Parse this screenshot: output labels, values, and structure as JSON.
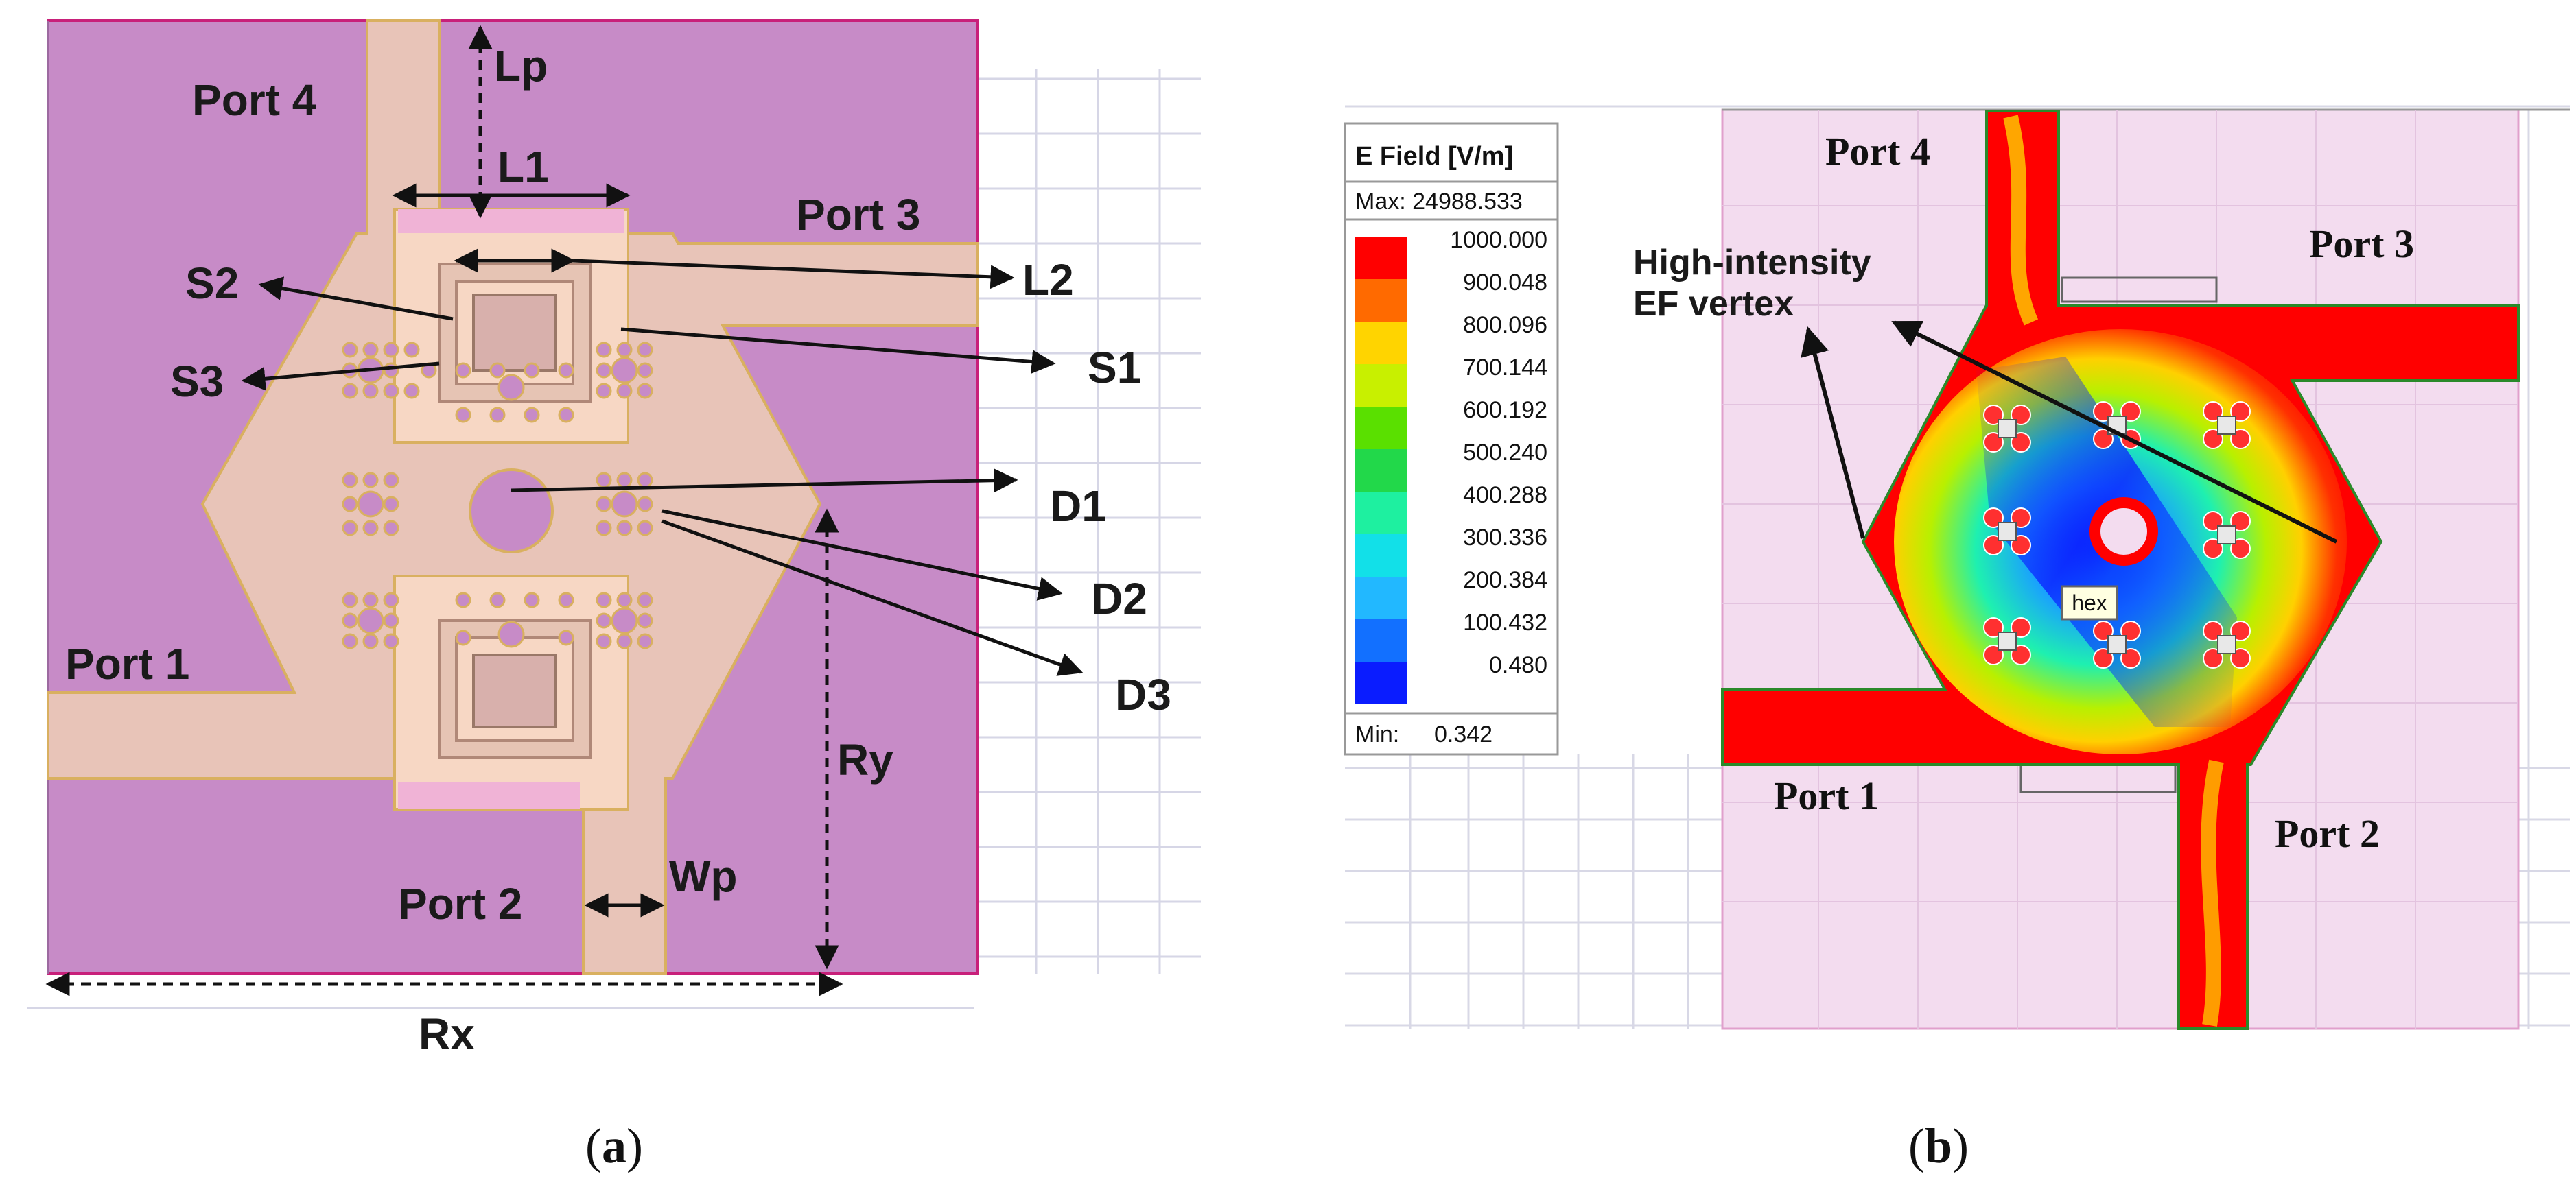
{
  "panel_a": {
    "caption_prefix": "(",
    "caption_letter": "a",
    "caption_suffix": ")",
    "ports": {
      "port1": "Port 1",
      "port2": "Port 2",
      "port3": "Port 3",
      "port4": "Port 4"
    },
    "dimensions": {
      "lp": "Lp",
      "l1": "L1",
      "l2": "L2",
      "s1": "S1",
      "s2": "S2",
      "s3": "S3",
      "d1": "D1",
      "d2": "D2",
      "d3": "D3",
      "ry": "Ry",
      "rx": "Rx",
      "wp": "Wp"
    },
    "colors": {
      "substrate": "#c78bc7",
      "conductor": "#e8c4b8",
      "resonator": "#f7d7c4",
      "pink": "#f0b3d6",
      "outline": "#d9b060"
    }
  },
  "panel_b": {
    "caption_prefix": "(",
    "caption_letter": "b",
    "caption_suffix": ")",
    "ports": {
      "port1": "Port 1",
      "port2": "Port 2",
      "port3": "Port 3",
      "port4": "Port 4"
    },
    "annotation_line1": "High-intensity",
    "annotation_line2": "EF vertex",
    "tooltip": "hex",
    "legend": {
      "title": "E Field [V/m]",
      "max_label": "Max: 24988.533",
      "min_label": "Min:",
      "min_value": "0.342",
      "ticks": [
        "1000.000",
        "900.048",
        "800.096",
        "700.144",
        "600.192",
        "500.240",
        "400.288",
        "300.336",
        "200.384",
        "100.432",
        "0.480"
      ],
      "colors": [
        "#ff0000",
        "#ff6a00",
        "#ffd400",
        "#c8f000",
        "#5ae000",
        "#22d84a",
        "#1ef0a0",
        "#12e0e8",
        "#22b8ff",
        "#1270ff",
        "#0a1cff"
      ]
    },
    "colors": {
      "substrate": "#f3dcef",
      "high_field": "#ff0000"
    }
  }
}
